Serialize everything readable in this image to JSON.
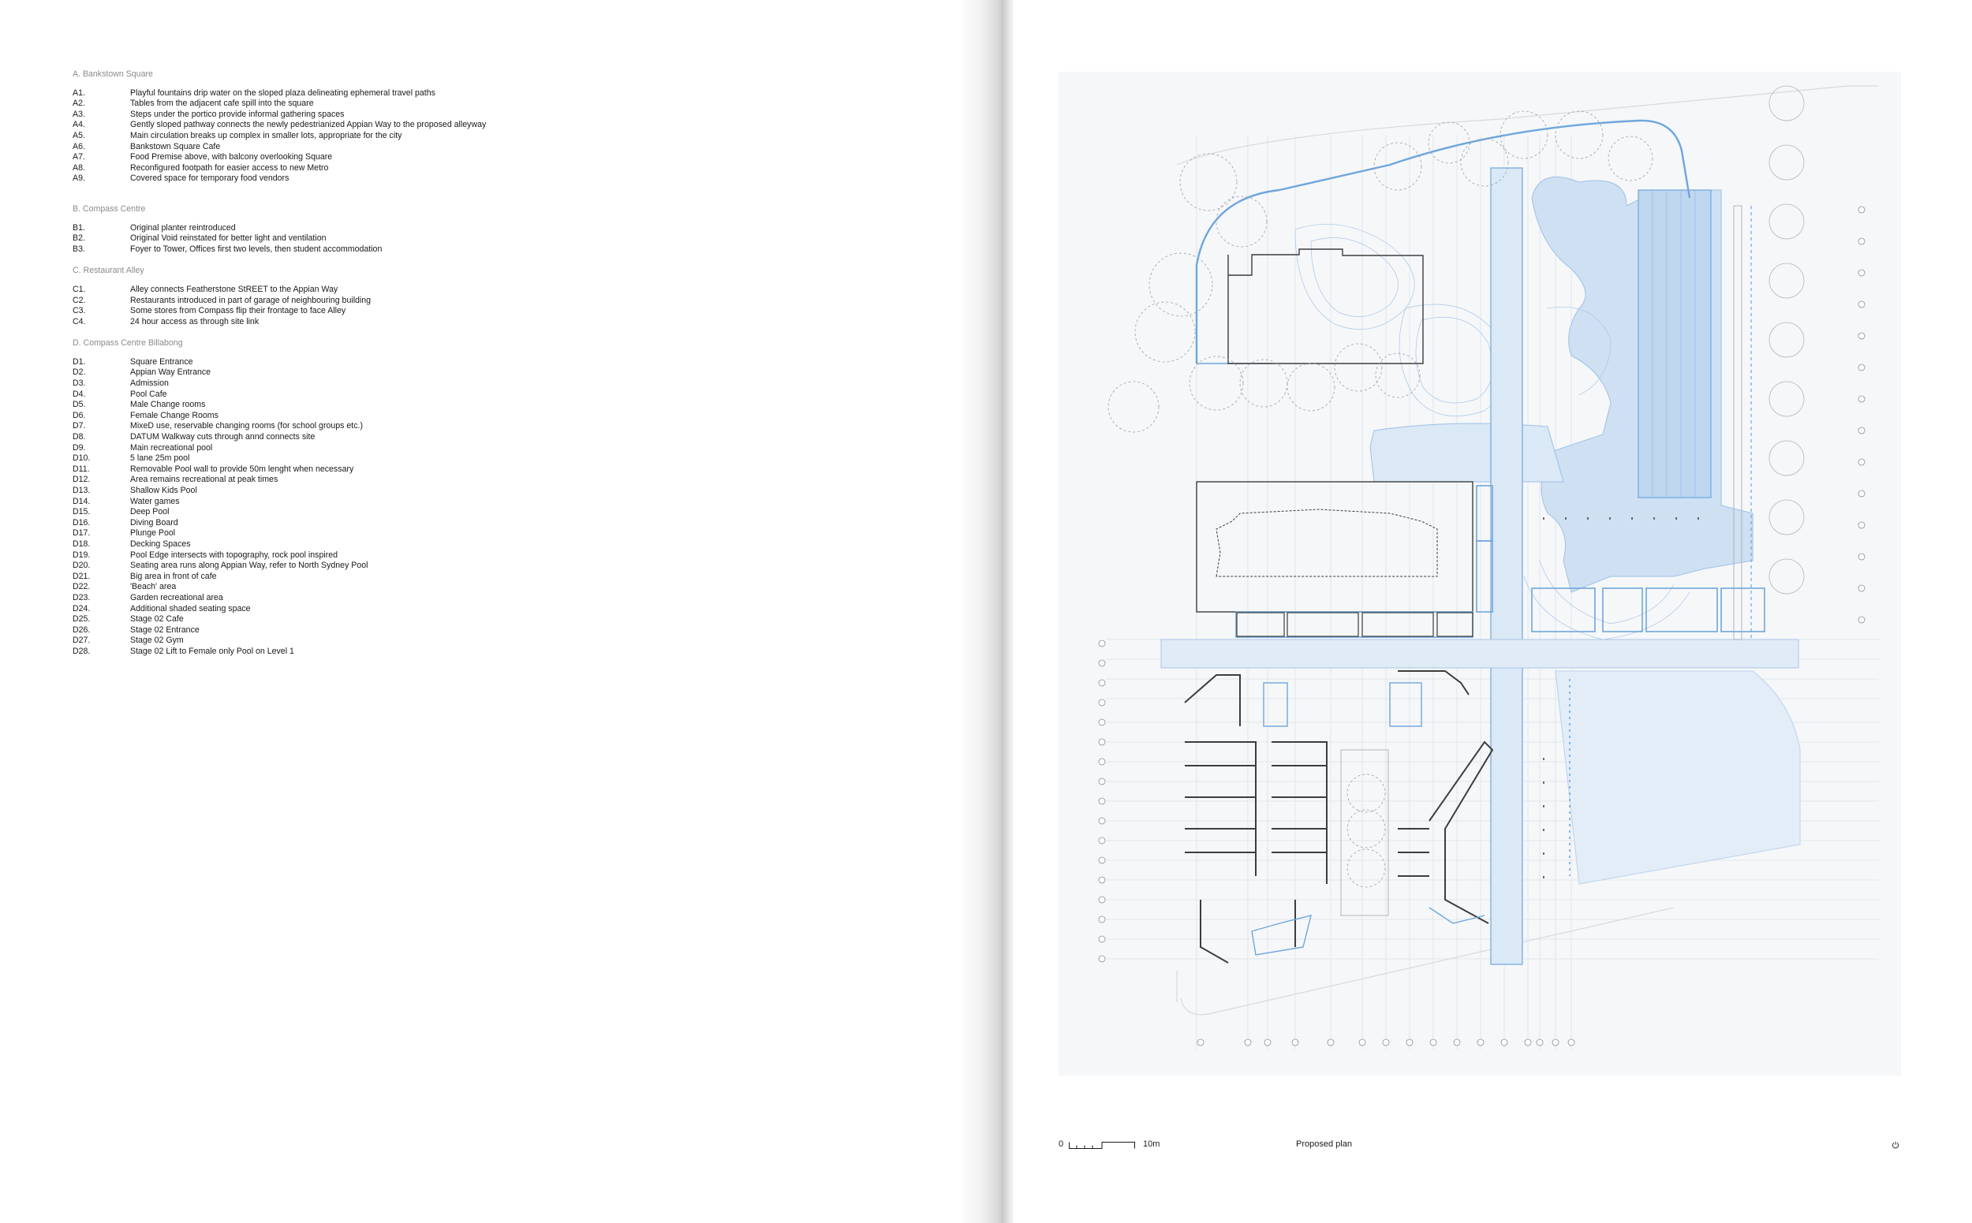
{
  "legend": {
    "sections": [
      {
        "title": "A. Bankstown Square",
        "items": [
          {
            "code": "A1.",
            "text": "Playful fountains drip water on the sloped plaza delineating ephemeral travel paths"
          },
          {
            "code": "A2.",
            "text": "Tables from the adjacent cafe spill into the square"
          },
          {
            "code": "A3.",
            "text": "Steps under the portico provide informal gathering spaces"
          },
          {
            "code": "A4.",
            "text": "Gently sloped pathway connects the newly pedestrianized Appian Way to the proposed alleyway"
          },
          {
            "code": "A5.",
            "text": "Main circulation breaks up complex in smaller lots, appropriate for the city"
          },
          {
            "code": "A6.",
            "text": "Bankstown Square Cafe"
          },
          {
            "code": "A7.",
            "text": "Food Premise above, with balcony overlooking Square"
          },
          {
            "code": "A8.",
            "text": "Reconfigured footpath for easier access to new Metro"
          },
          {
            "code": "A9.",
            "text": "Covered space for temporary food vendors"
          }
        ]
      },
      {
        "title": "B. Compass Centre",
        "items": [
          {
            "code": "B1.",
            "text": "Original planter reintroduced"
          },
          {
            "code": "B2.",
            "text": "Original Void reinstated for better light and ventilation"
          },
          {
            "code": "B3.",
            "text": "Foyer to Tower, Offices first two levels, then student accommodation"
          }
        ]
      },
      {
        "title": "C. Restaurant Alley",
        "items": [
          {
            "code": "C1.",
            "text": "Alley connects Featherstone StREET to the Appian Way"
          },
          {
            "code": "C2.",
            "text": "Restaurants introduced in part of garage of neighbouring building"
          },
          {
            "code": "C3.",
            "text": "Some stores from Compass flip their frontage to face Alley"
          },
          {
            "code": "C4.",
            "text": "24 hour access as through site link"
          }
        ]
      },
      {
        "title": "D. Compass Centre Billabong",
        "items": [
          {
            "code": "D1.",
            "text": "Square Entrance"
          },
          {
            "code": "D2.",
            "text": "Appian Way Entrance"
          },
          {
            "code": "D3.",
            "text": "Admission"
          },
          {
            "code": "D4.",
            "text": "Pool Cafe"
          },
          {
            "code": "D5.",
            "text": "Male Change rooms"
          },
          {
            "code": "D6.",
            "text": "Female Change Rooms"
          },
          {
            "code": "D7.",
            "text": "MixeD use, reservable changing rooms (for school groups etc.)"
          },
          {
            "code": "D8.",
            "text": "DATUM Walkway cuts through annd connects site"
          },
          {
            "code": "D9.",
            "text": "Main recreational pool"
          },
          {
            "code": "D10.",
            "text": "5 lane 25m pool"
          },
          {
            "code": "D11.",
            "text": "Removable Pool wall to provide 50m lenght when necessary"
          },
          {
            "code": "D12.",
            "text": "Area remains recreational at peak times"
          },
          {
            "code": "D13.",
            "text": "Shallow Kids Pool"
          },
          {
            "code": "D14.",
            "text": "Water games"
          },
          {
            "code": "D15.",
            "text": "Deep Pool"
          },
          {
            "code": "D16.",
            "text": "Diving Board"
          },
          {
            "code": "D17.",
            "text": "Plunge Pool"
          },
          {
            "code": "D18.",
            "text": "Decking Spaces"
          },
          {
            "code": "D19.",
            "text": "Pool Edge intersects with topography, rock pool inspired"
          },
          {
            "code": "D20.",
            "text": "Seating area runs along Appian Way, refer to North Sydney Pool"
          },
          {
            "code": "D21.",
            "text": "Big area in front of cafe"
          },
          {
            "code": "D22.",
            "text": "'Beach' area"
          },
          {
            "code": "D23.",
            "text": "Garden recreational area"
          },
          {
            "code": "D24.",
            "text": "Additional shaded seating space"
          },
          {
            "code": "D25.",
            "text": "Stage 02 Cafe"
          },
          {
            "code": "D26.",
            "text": "Stage 02 Entrance"
          },
          {
            "code": "D27.",
            "text": "Stage 02 Gym"
          },
          {
            "code": "D28.",
            "text": "Stage 02 Lift to Female only Pool on Level 1"
          }
        ]
      }
    ]
  },
  "plan": {
    "colors": {
      "background": "#f5f7f9",
      "water": "#cfe0f3",
      "water_light": "#e3edf8",
      "accent_blue": "#6fa6dc",
      "line": "#4a4a4a",
      "grid": "#c9ced4"
    }
  },
  "footer": {
    "scale_zero": "0",
    "scale_end": "10m",
    "caption": "Proposed plan",
    "icon": "power-icon"
  }
}
